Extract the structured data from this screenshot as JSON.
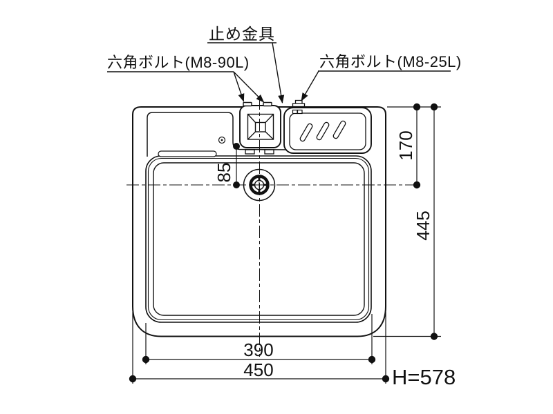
{
  "drawing_type": "plan-view technical drawing (laundry pan / sink top view)",
  "colors": {
    "line": "#111111",
    "background": "#ffffff"
  },
  "callouts": {
    "stopper_label": "止め金具",
    "hex_bolt_long_label": "六角ボルト(M8-90L)",
    "hex_bolt_short_label": "六角ボルト(M8-25L)"
  },
  "dimensions": {
    "drain_offset": "85",
    "top_to_drain_center": "170",
    "overall_depth": "445",
    "basin_width": "390",
    "overall_width": "450",
    "height_label": "H=578"
  }
}
